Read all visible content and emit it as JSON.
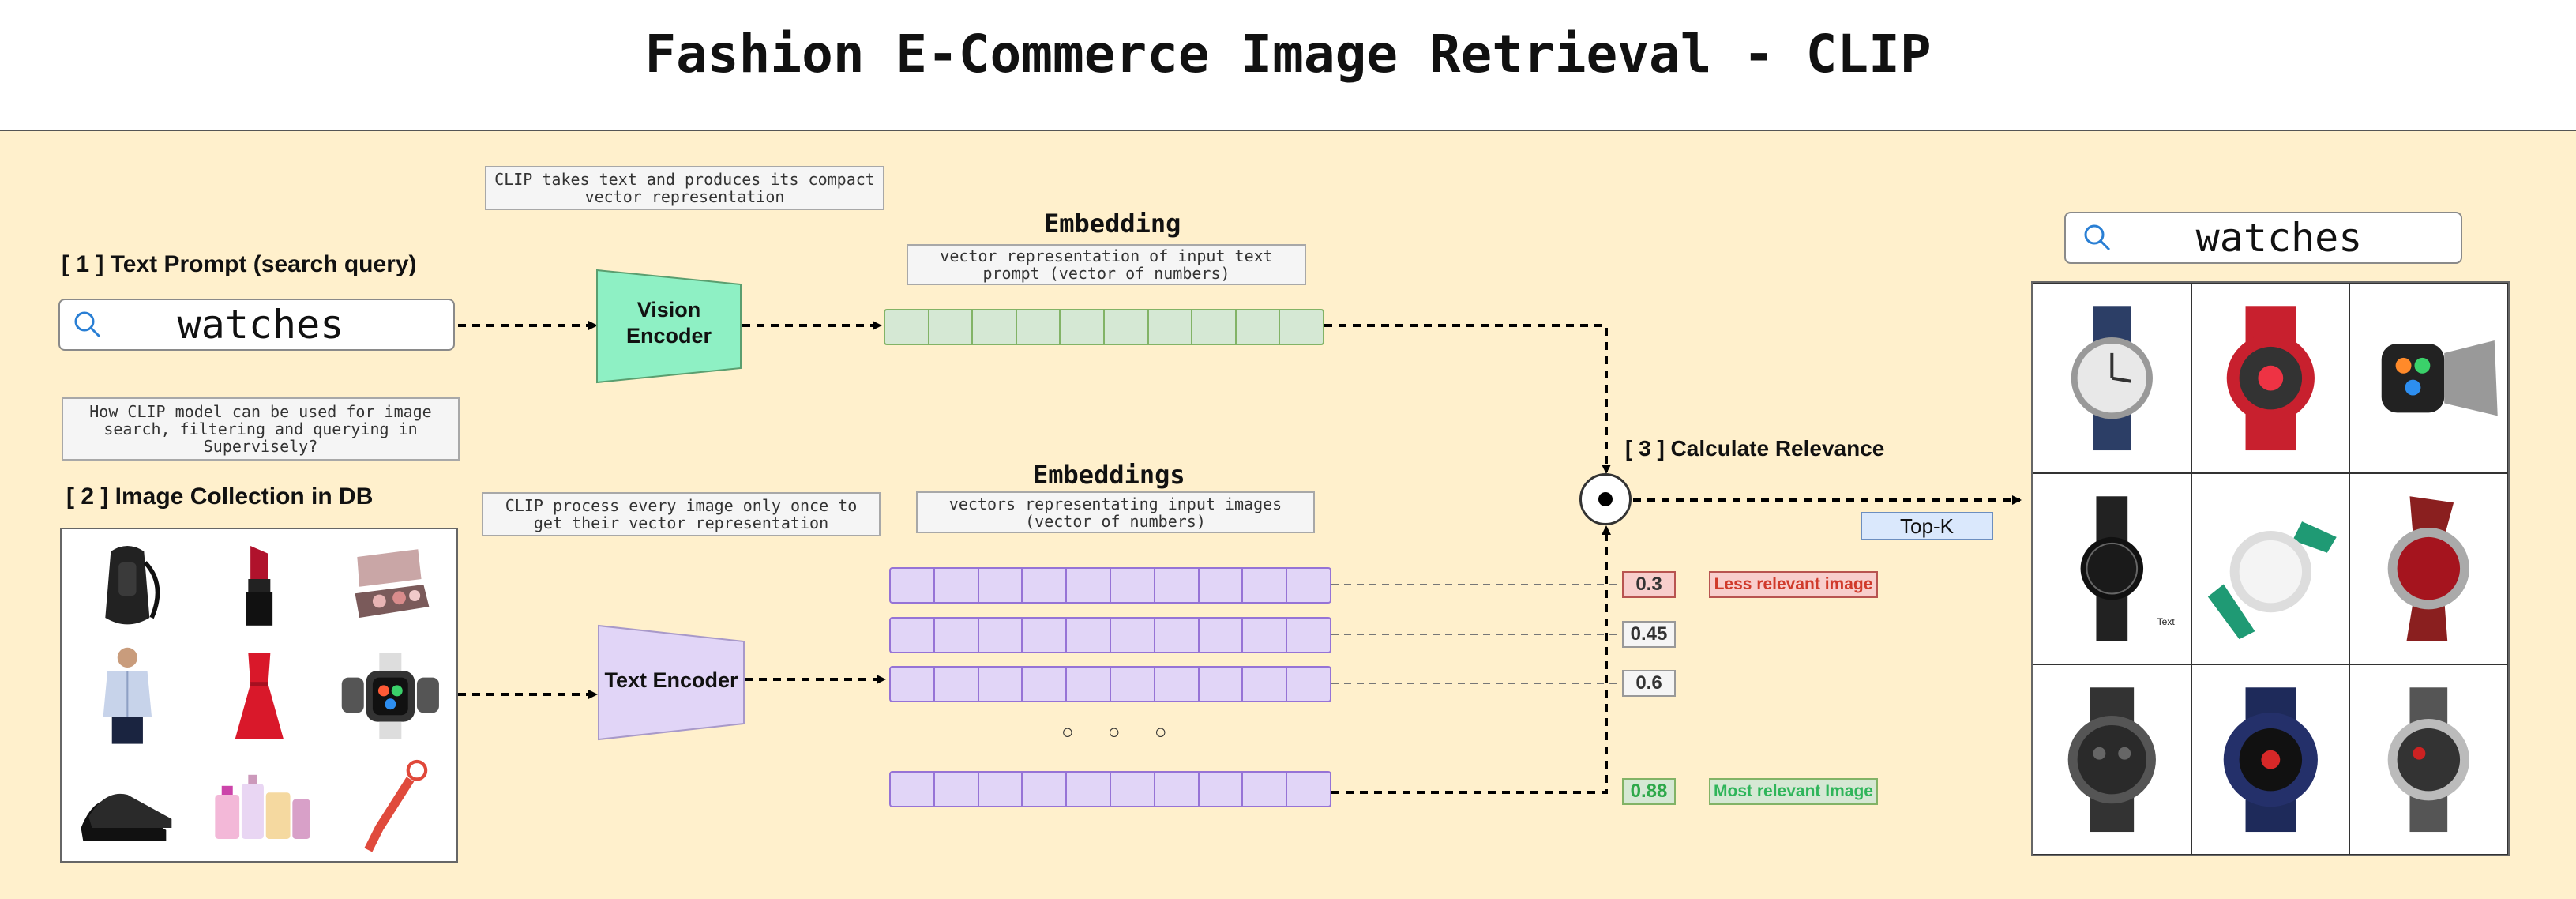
{
  "title": "Fashion E-Commerce Image Retrieval - CLIP",
  "notes": {
    "text_encoding": "CLIP takes text and produces its compact vector representation",
    "how_clip": "How CLIP model can be used for image search, filtering and querying in Supervisely?",
    "image_encoding": "CLIP process every image only once to get their vector representation",
    "embedding_desc": "vector representation of input text prompt (vector of numbers)",
    "embeddings_desc": "vectors representating input images (vector of numbers)"
  },
  "labels": {
    "text_prompt": "[ 1 ] Text Prompt (search query)",
    "image_collection": "[ 2 ] Image Collection in DB",
    "calc_relevance": "[ 3 ] Calculate Relevance",
    "embedding": "Embedding",
    "embeddings": "Embeddings",
    "topk": "Top-K",
    "dot_symbol": "⊙",
    "ellipsis": "○ ○ ○"
  },
  "encoders": {
    "vision": "Vision Encoder",
    "text": "Text Encoder"
  },
  "search": {
    "query": "watches",
    "result_query": "watches"
  },
  "scores": [
    {
      "value": "0.3",
      "tag": "Less relevant image"
    },
    {
      "value": "0.45"
    },
    {
      "value": "0.6"
    },
    {
      "value": "0.88",
      "tag": "Most relevant Image"
    }
  ],
  "db_items": [
    "backpack",
    "lipstick",
    "cosmetics palette",
    "shirt",
    "red dress",
    "smartwatches",
    "shoes",
    "perfumes",
    "keychain"
  ],
  "results": {
    "items": [
      "blue strap watch",
      "red sport watch",
      "smartwatch",
      "black ceramic watch",
      "green strap watch",
      "brown leather watch",
      "black chronograph",
      "blue sport watch",
      "steel chronograph"
    ],
    "small_text": "Text"
  },
  "colors": {
    "background": "#fff0cc",
    "encoder_vision": "#8ef0c4",
    "encoder_text": "#e1d5f7",
    "embedding_green": "#d5e8d4",
    "embedding_purple": "#e1d5f7",
    "less_relevant": "#f8cecc",
    "most_relevant": "#d5e8d4",
    "topk": "#dae8fc"
  }
}
